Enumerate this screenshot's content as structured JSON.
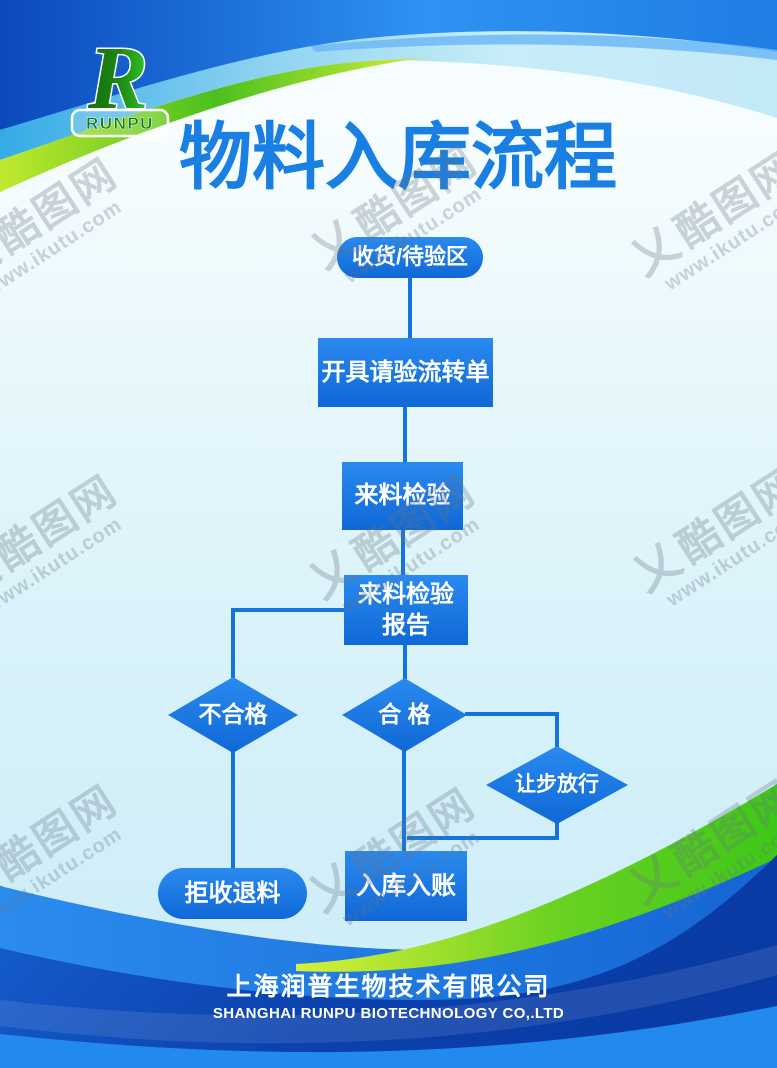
{
  "poster": {
    "logo": {
      "letter": "R",
      "name": "RUNPU"
    },
    "title": "物料入库流程",
    "footer": {
      "company_cn": "上海润普生物技术有限公司",
      "company_en": "SHANGHAI RUNPU BIOTECHNOLOGY CO,.LTD"
    }
  },
  "flowchart": {
    "nodes": [
      {
        "id": "receiving-area",
        "shape": "pill",
        "label": "收货/待验区"
      },
      {
        "id": "inspection-form",
        "shape": "rect",
        "label": "开具请验流转单"
      },
      {
        "id": "incoming-inspection",
        "shape": "rect",
        "label": "来料检验"
      },
      {
        "id": "inspection-report",
        "shape": "rect",
        "label": "来料检验\n报告"
      },
      {
        "id": "unqualified",
        "shape": "diamond",
        "label": "不合格"
      },
      {
        "id": "qualified",
        "shape": "diamond",
        "label": "合 格"
      },
      {
        "id": "concession-release",
        "shape": "diamond",
        "label": "让步放行"
      },
      {
        "id": "reject-return",
        "shape": "pill",
        "label": "拒收退料"
      },
      {
        "id": "warehouse-entry",
        "shape": "rect",
        "label": "入库入账"
      }
    ]
  },
  "watermark": {
    "logo_glyph": "乂",
    "brand": "酷图网",
    "url": "www.ikutu.com"
  },
  "colors": {
    "title_blue": "#1a7fe2",
    "node_blue_top": "#2a8aef",
    "node_blue_bottom": "#0f68d6",
    "connector_blue": "#1374e0",
    "top_band_blue": "#2e93f2",
    "deep_blue": "#0b49bc",
    "footer_blue": "#0c42ae",
    "accent_green": "#3ec818",
    "accent_yellow_green": "#d8ef3a",
    "logo_green": "#1d8a14"
  }
}
